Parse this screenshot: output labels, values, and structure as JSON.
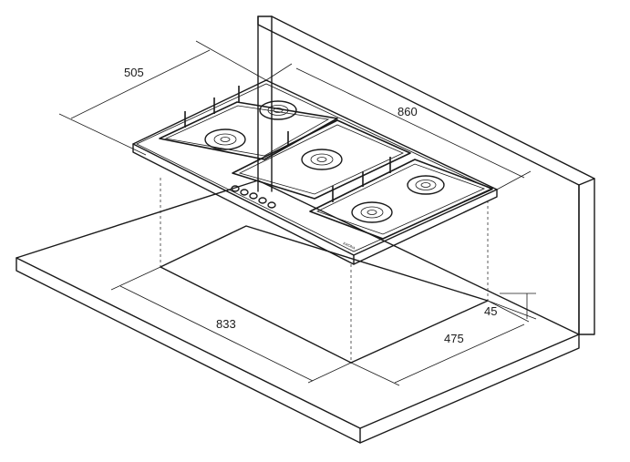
{
  "dimensions": {
    "depth": "505",
    "width": "860",
    "cutout_width": "833",
    "wall_gap": "45",
    "cutout_depth": "475"
  },
  "brand_mark": "KRONA",
  "colors": {
    "line": "#1a1a1a",
    "background": "#ffffff"
  }
}
